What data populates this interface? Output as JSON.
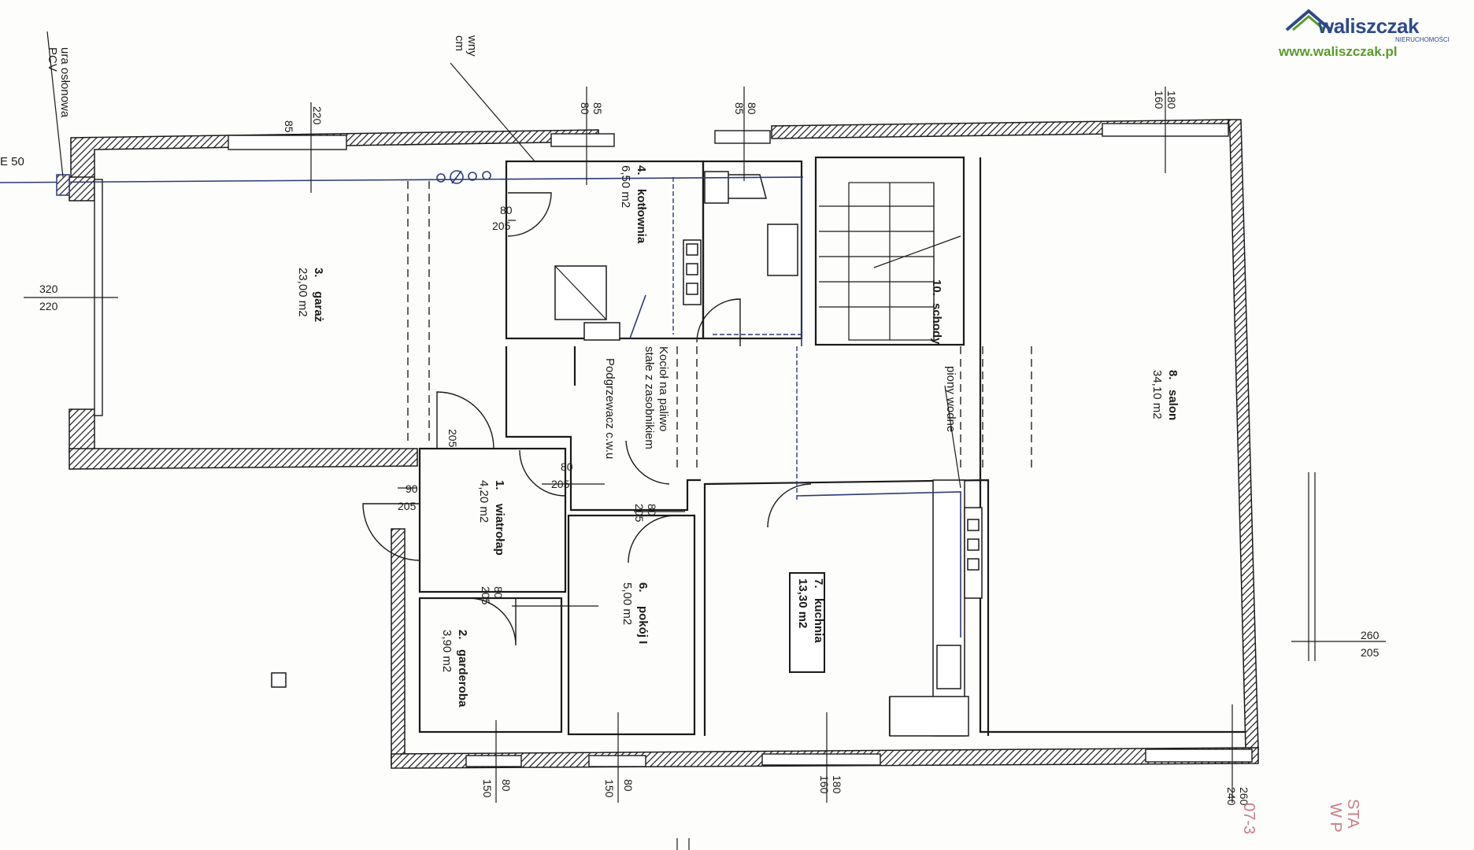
{
  "brand": {
    "name": "waliszczak",
    "subtitle": "NIERUCHOMOŚCI",
    "url": "www.waliszczak.pl"
  },
  "rooms": [
    {
      "num": "1.",
      "name": "wiatrołap",
      "area": "4,20 m2"
    },
    {
      "num": "2.",
      "name": "garderoba",
      "area": "3,90 m2"
    },
    {
      "num": "3.",
      "name": "garaż",
      "area": "23,00 m2"
    },
    {
      "num": "4.",
      "name": "kotłownia",
      "area": "6,50 m2"
    },
    {
      "num": "6.",
      "name": "pokój I",
      "area": "5,00 m2"
    },
    {
      "num": "7.",
      "name": "kuchnia",
      "area": "13,30 m2"
    },
    {
      "num": "8.",
      "name": "salon",
      "area": "34,10 m2"
    },
    {
      "num": "10.",
      "name": "schody",
      "area": ""
    }
  ],
  "notes": {
    "boiler": [
      "Kocioł na paliwo",
      "stałe z zasobnikiem"
    ],
    "heater": "Podgrzewacz c.w.u",
    "riser": "piony wodne",
    "pipe_sleeve": [
      "ura osłonowa",
      "PCV"
    ],
    "vent": [
      "wny",
      "cm"
    ],
    "pipe_label": "E 50"
  },
  "dims": {
    "top_220": "220",
    "top_85": "85",
    "top_80a": "80",
    "top_85a": "85",
    "top_80b": "80",
    "top_85b": "85",
    "top_180": "180",
    "top_160": "160",
    "left_320": "320",
    "left_220": "220",
    "d80_205_a": [
      "80",
      "205"
    ],
    "d205_b": "205",
    "d90_205": [
      "90",
      "205"
    ],
    "d80_205_c": [
      "80",
      "205"
    ],
    "d80_205_d": [
      "80",
      "205"
    ],
    "d80_205_e": [
      "80",
      "205"
    ],
    "right_260": "260",
    "right_205": "205",
    "bot_80a": "80",
    "bot_150a": "150",
    "bot_80b": "80",
    "bot_150b": "150",
    "bot_180": "180",
    "bot_160": "160",
    "bot_260": "260",
    "bot_240": "240"
  },
  "stamp": {
    "a": "07-3",
    "b": "STA",
    "c": "W P"
  },
  "colors": {
    "ink": "#1a1a1a",
    "pipes": "#2c3a78",
    "brand_blue": "#2d4a8a",
    "brand_green": "#5a9b2a",
    "stamp": "#c97d86"
  }
}
